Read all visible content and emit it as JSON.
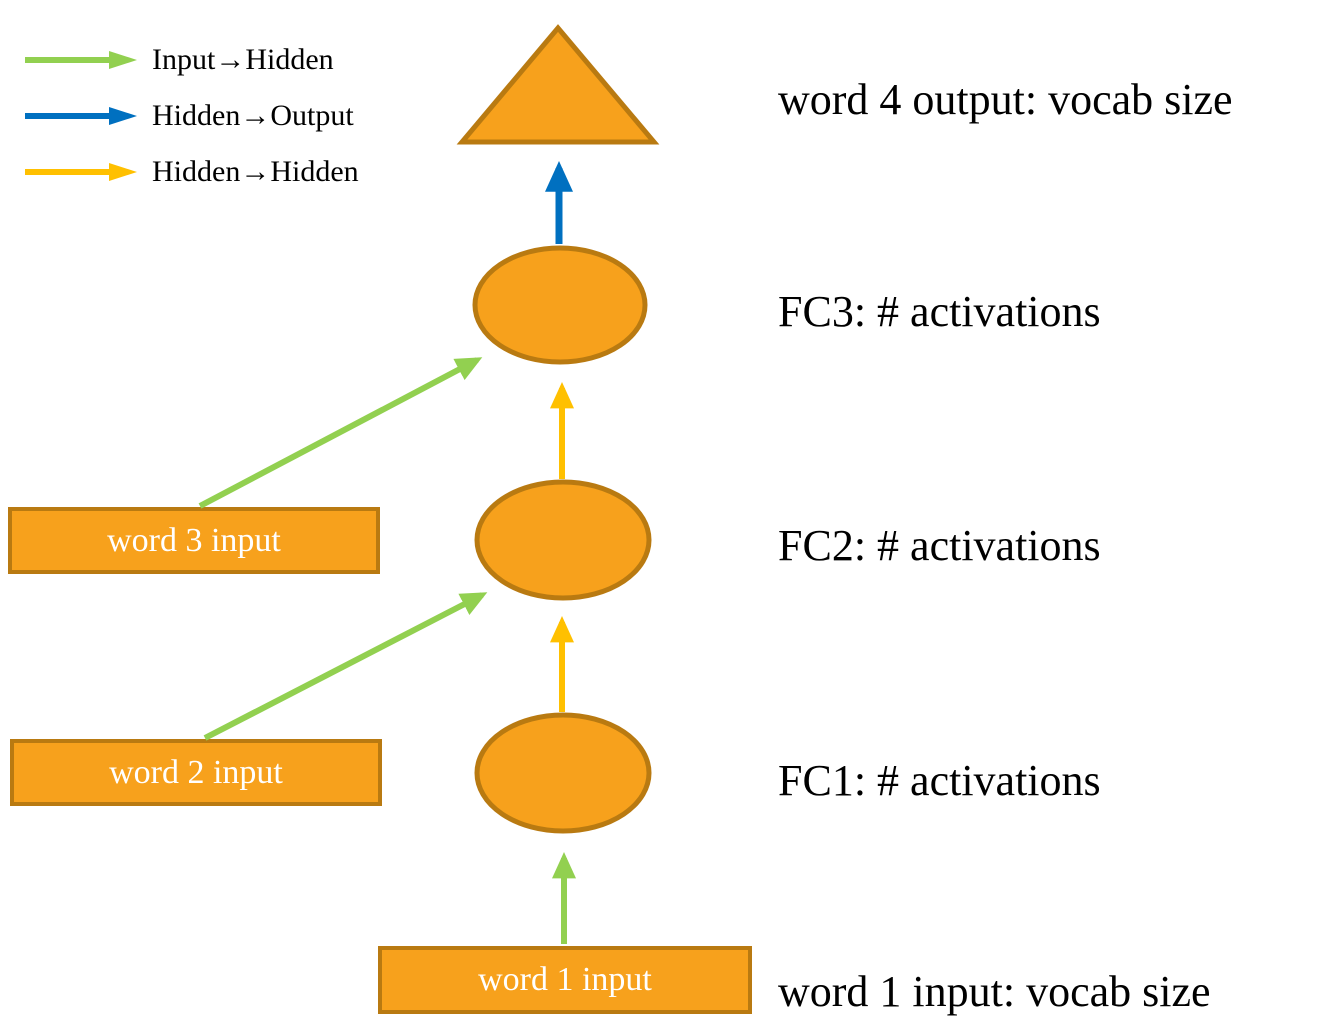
{
  "legend": {
    "items": [
      {
        "label": "Input→Hidden"
      },
      {
        "label": "Hidden→Output"
      },
      {
        "label": "Hidden→Hidden"
      }
    ]
  },
  "labels": {
    "output": "word 4 output: vocab size",
    "fc3": "FC3: # activations",
    "fc2": "FC2: # activations",
    "fc1": "FC1: # activations",
    "word1_note": "word 1 input: vocab size"
  },
  "boxes": {
    "word3": "word 3 input",
    "word2": "word 2 input",
    "word1": "word 1 input"
  },
  "colors": {
    "input_hidden": "#92D050",
    "hidden_output": "#0070C0",
    "hidden_hidden": "#FFC000",
    "node_fill": "#F7A11C",
    "node_stroke": "#B97A11"
  }
}
